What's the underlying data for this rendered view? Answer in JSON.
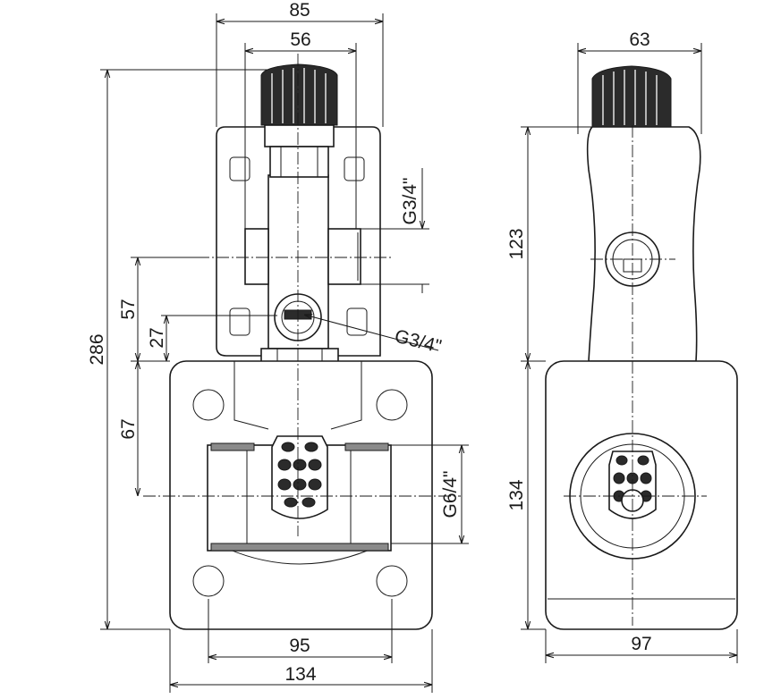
{
  "colors": {
    "line": "#1a1a1a",
    "knob": "#2b2b2b",
    "thread": "#8a8a8a",
    "background": "#ffffff"
  },
  "front_view": {
    "width_85": "85",
    "width_56": "56",
    "height_286": "286",
    "height_57": "57",
    "height_27": "27",
    "height_67": "67",
    "thread_top": "G3/4\"",
    "thread_side": "G3/4\"",
    "thread_bottom": "G6/4\"",
    "width_95": "95",
    "width_134": "134"
  },
  "side_view": {
    "width_63": "63",
    "height_123": "123",
    "height_134": "134",
    "width_97": "97"
  }
}
